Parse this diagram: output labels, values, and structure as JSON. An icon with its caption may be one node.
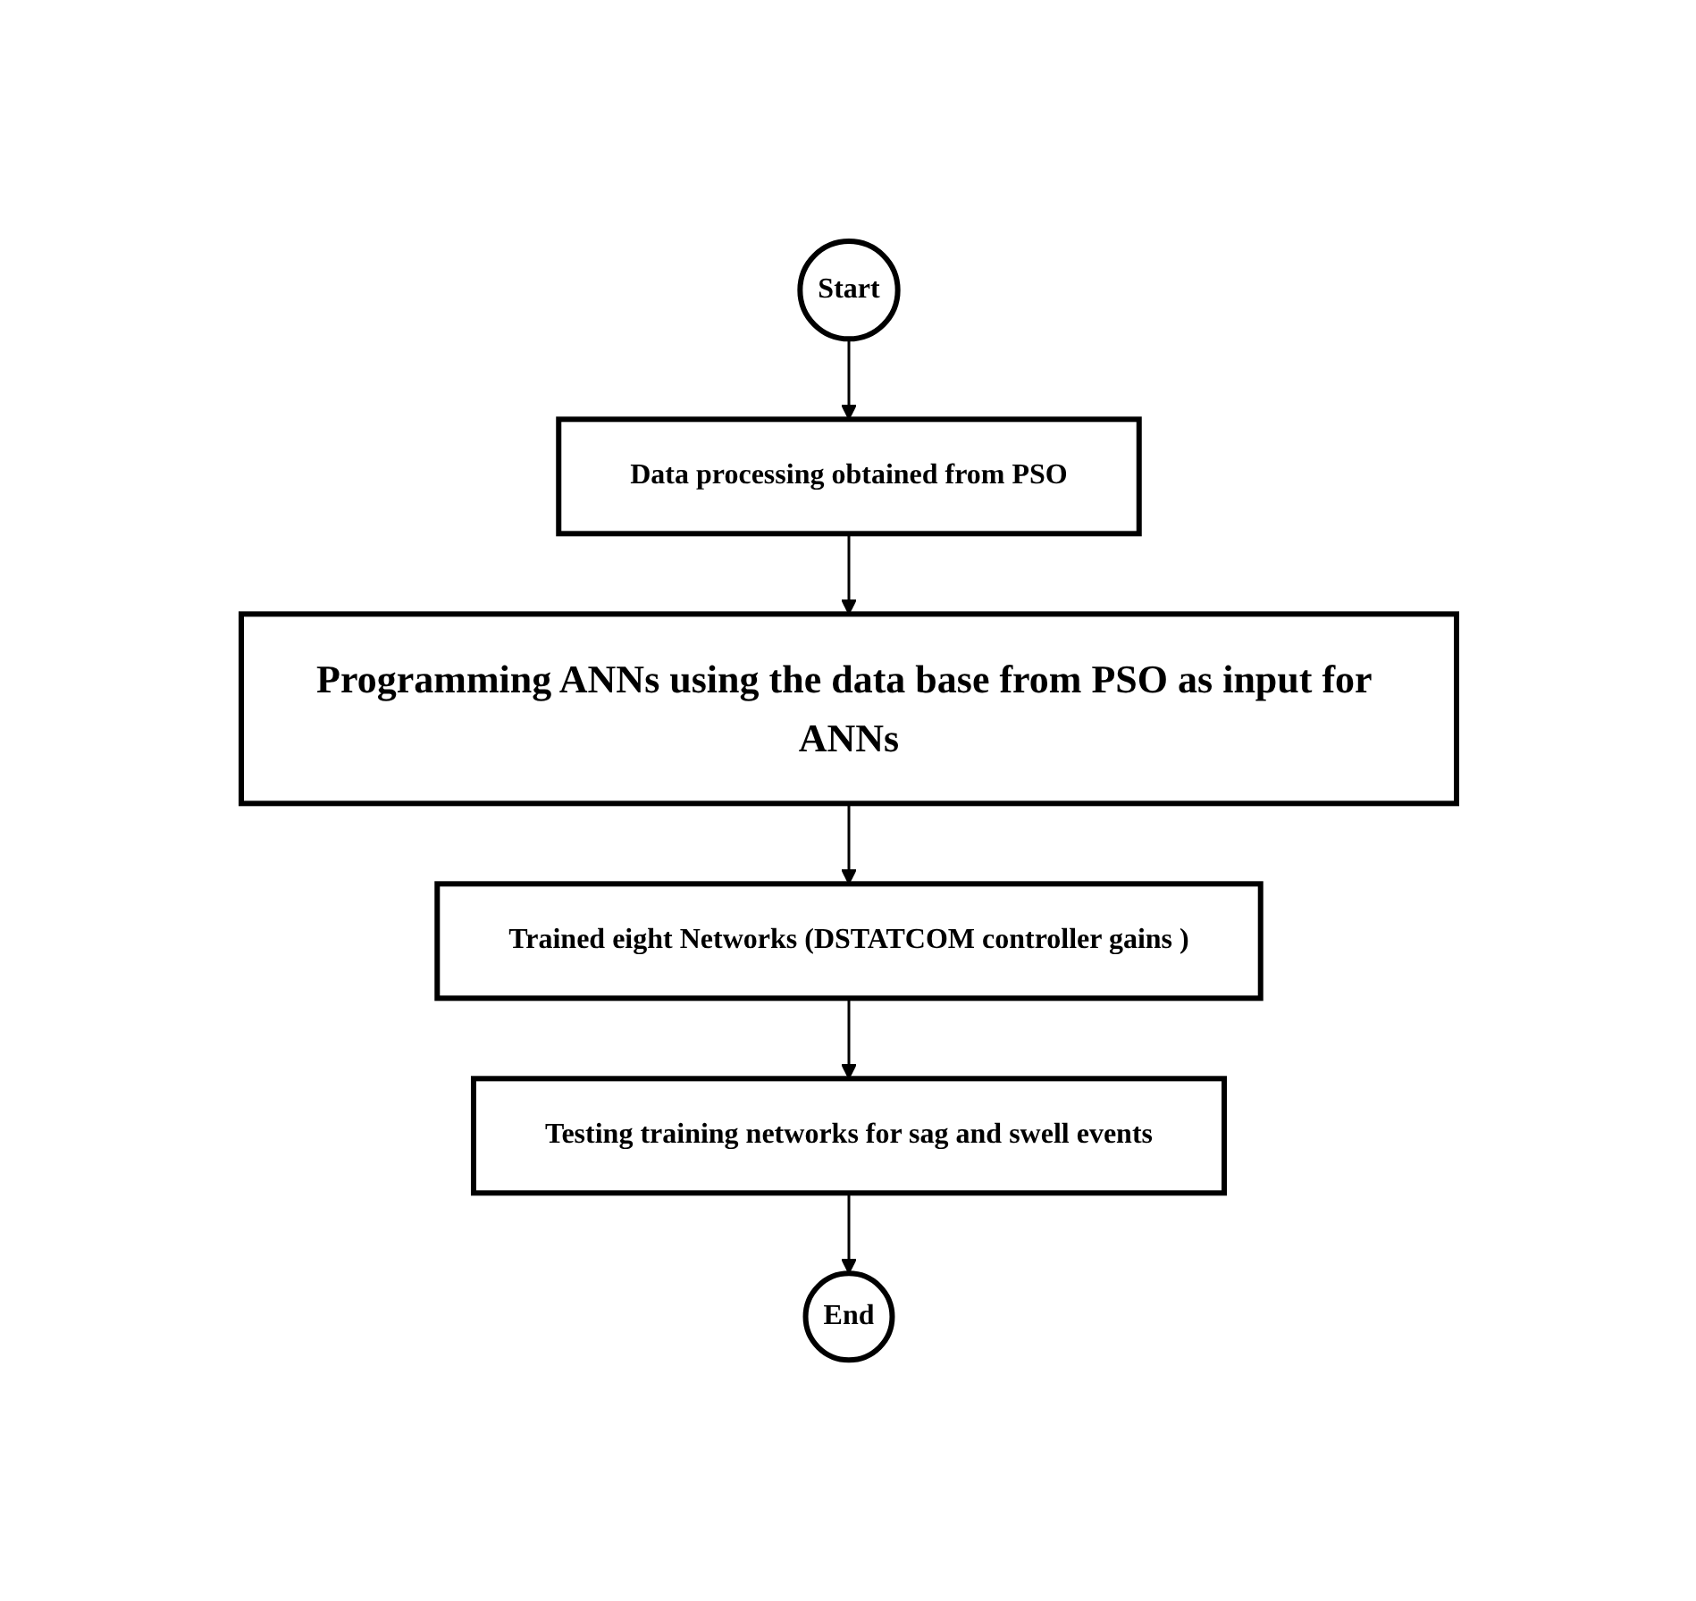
{
  "diagram": {
    "nodes": [
      {
        "text": [
          "Start"
        ]
      },
      {
        "text": [
          "Data processing obtained from PSO"
        ]
      },
      {
        "text": [
          "Programming ANNs using the data base from PSO as input for ANNs"
        ]
      },
      {
        "text": [
          "Trained eight Networks (DSTATCOM controller gains )"
        ]
      },
      {
        "text": [
          "Testing training networks for sag and swell events"
        ]
      },
      {
        "text": [
          "End"
        ]
      }
    ],
    "edges": [
      {
        "from": 0,
        "to": 1,
        "arrow": "to"
      },
      {
        "from": 1,
        "to": 2,
        "arrow": "to"
      },
      {
        "from": 2,
        "to": 3,
        "arrow": "to"
      },
      {
        "from": 3,
        "to": 4,
        "arrow": "to"
      },
      {
        "from": 4,
        "to": 5,
        "arrow": "to"
      }
    ]
  }
}
